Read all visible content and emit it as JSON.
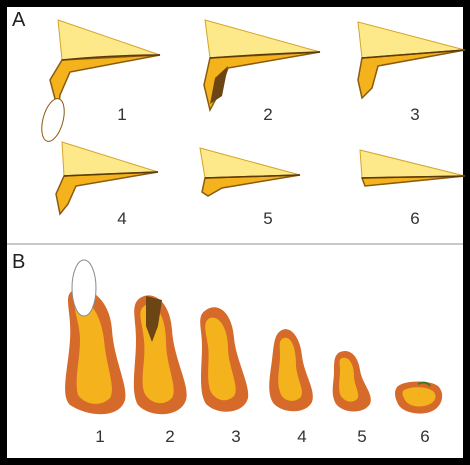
{
  "panels": [
    {
      "label": "A",
      "numbers": [
        "1",
        "2",
        "3",
        "4",
        "5",
        "6"
      ]
    },
    {
      "label": "B",
      "numbers": [
        "1",
        "2",
        "3",
        "4",
        "5",
        "6"
      ]
    }
  ],
  "colors": {
    "light_yellow": "#fde98a",
    "pulp_yellow": "#f4b31c",
    "outline_orange": "#d56a2a",
    "dark_brown": "#6b4514",
    "white_tip": "#ffffff"
  }
}
